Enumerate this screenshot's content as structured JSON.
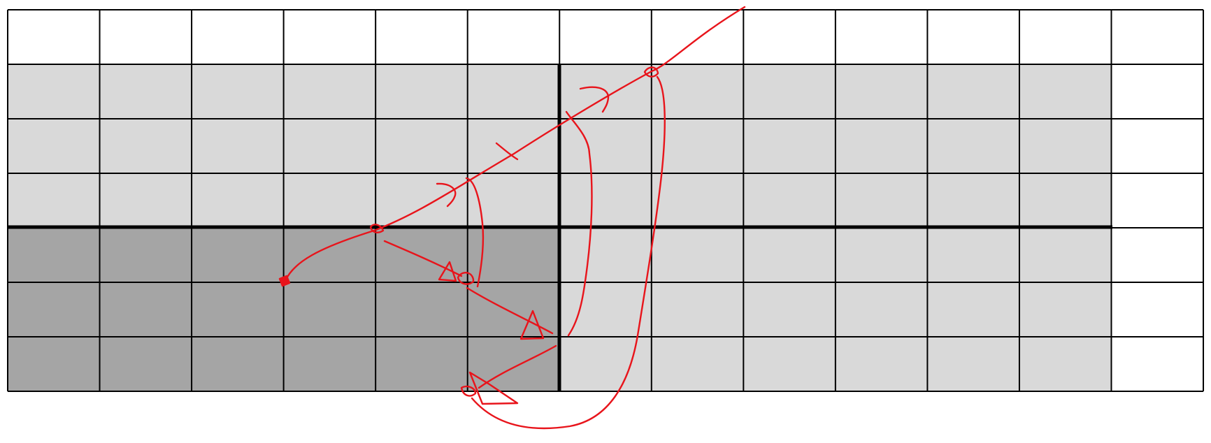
{
  "grid": {
    "columns": 13,
    "rows": 7
  },
  "regions": [
    {
      "name": "light-region",
      "fill": "#d9d9d9",
      "col_start": 0,
      "col_end": 12,
      "row_start": 1,
      "row_end": 7
    },
    {
      "name": "dark-region",
      "fill": "#a5a5a5",
      "col_start": 0,
      "col_end": 6,
      "row_start": 4,
      "row_end": 7
    }
  ],
  "colors": {
    "background": "#ffffff",
    "grid_line": "#000000",
    "stroke": "#e8141b"
  }
}
